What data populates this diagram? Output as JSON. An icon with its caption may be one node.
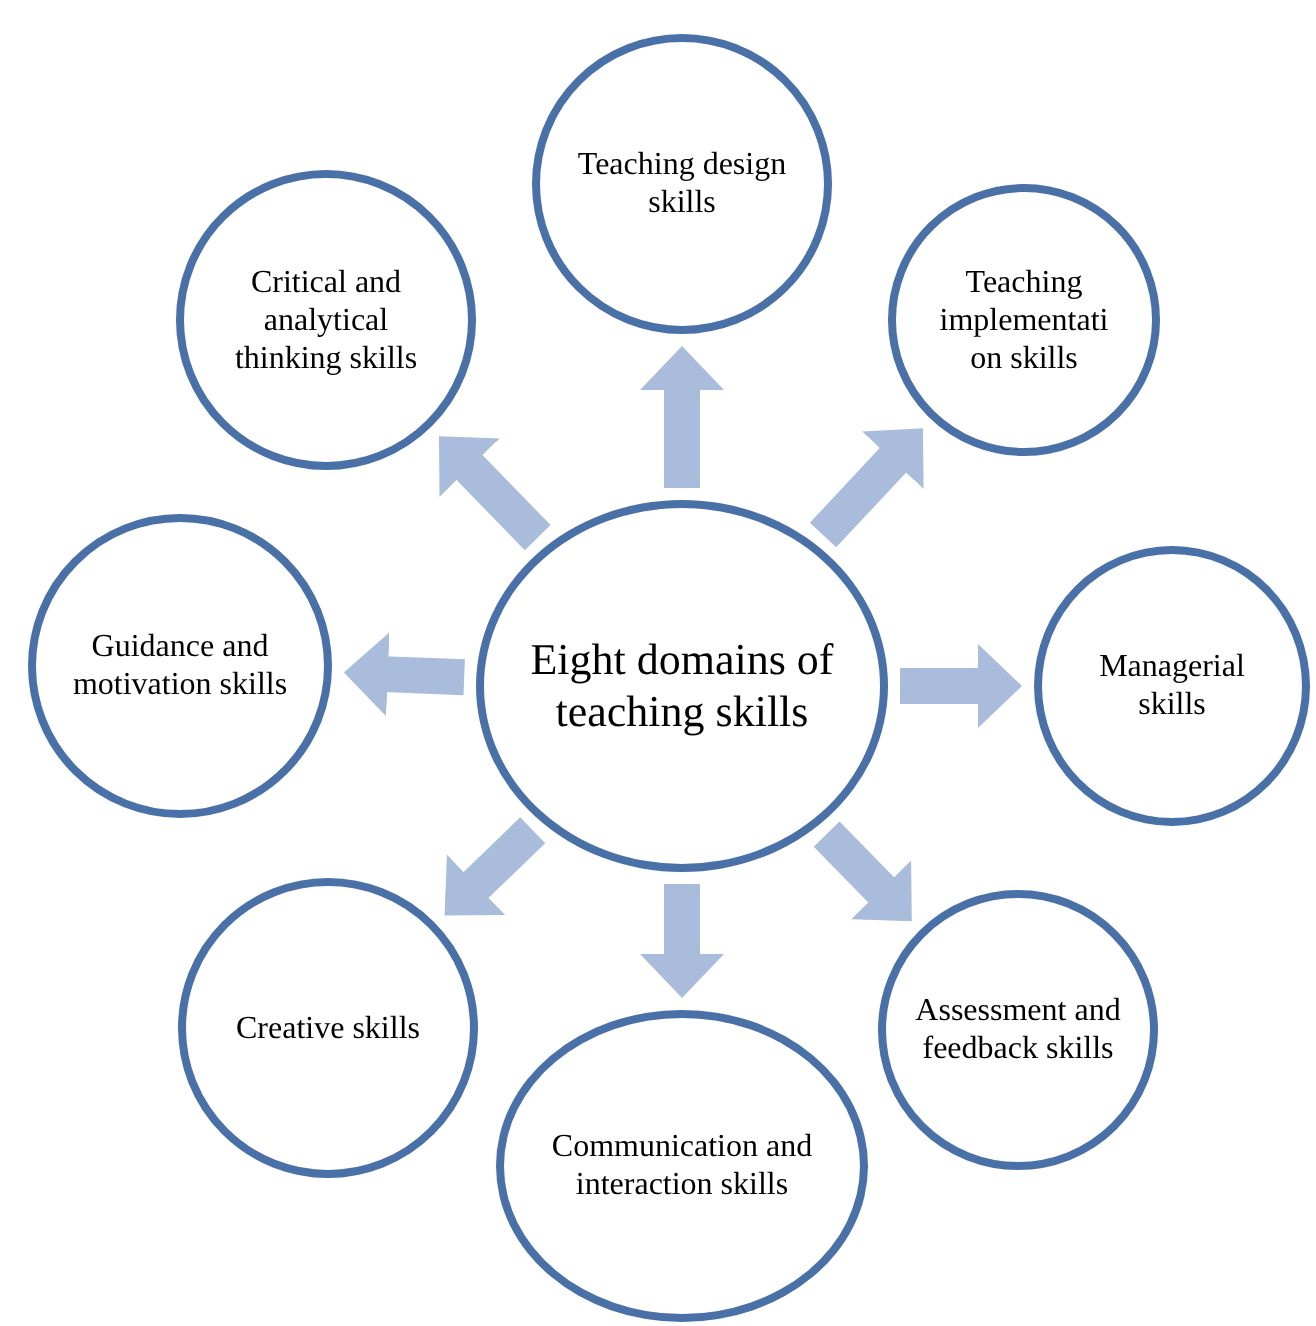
{
  "diagram": {
    "nodes": [
      {
        "text": [
          "Eight domains of teaching skills"
        ]
      },
      {
        "text": [
          "Teaching design skills"
        ]
      },
      {
        "text": [
          "Teaching implementati on skills"
        ]
      },
      {
        "text": [
          "Managerial skills"
        ]
      },
      {
        "text": [
          "Assessment and feedback skills"
        ]
      },
      {
        "text": [
          "Communication and interaction skills"
        ]
      },
      {
        "text": [
          "Creative skills"
        ]
      },
      {
        "text": [
          "Guidance and motivation skills"
        ]
      },
      {
        "text": [
          "Critical and analytical thinking skills"
        ]
      }
    ],
    "edges": [
      {
        "from": 0,
        "to": 1,
        "arrow": "to"
      },
      {
        "from": 0,
        "to": 2,
        "arrow": "to"
      },
      {
        "from": 0,
        "to": 3,
        "arrow": "to"
      },
      {
        "from": 0,
        "to": 4,
        "arrow": "to"
      },
      {
        "from": 0,
        "to": 5,
        "arrow": "to"
      },
      {
        "from": 0,
        "to": 6,
        "arrow": "to"
      },
      {
        "from": 0,
        "to": 7,
        "arrow": "to"
      },
      {
        "from": 0,
        "to": 8,
        "arrow": "to"
      }
    ]
  }
}
